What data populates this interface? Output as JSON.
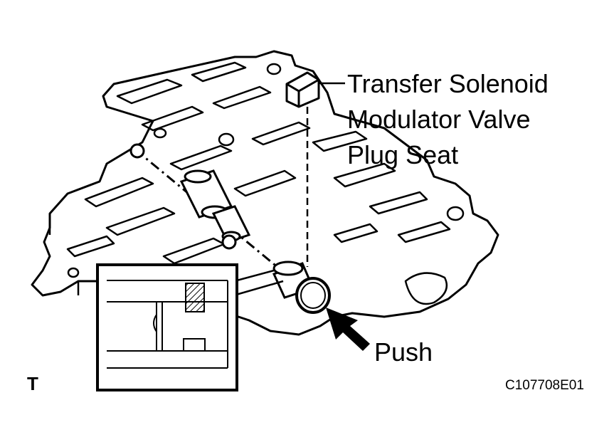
{
  "figure": {
    "part_label_lines": [
      "Transfer Solenoid",
      "Modulator Valve",
      "Plug Seat"
    ],
    "action_label": "Push",
    "view_mark": "T",
    "figure_code": "C107708E01"
  },
  "colors": {
    "ink": "#000000",
    "paper": "#ffffff"
  }
}
